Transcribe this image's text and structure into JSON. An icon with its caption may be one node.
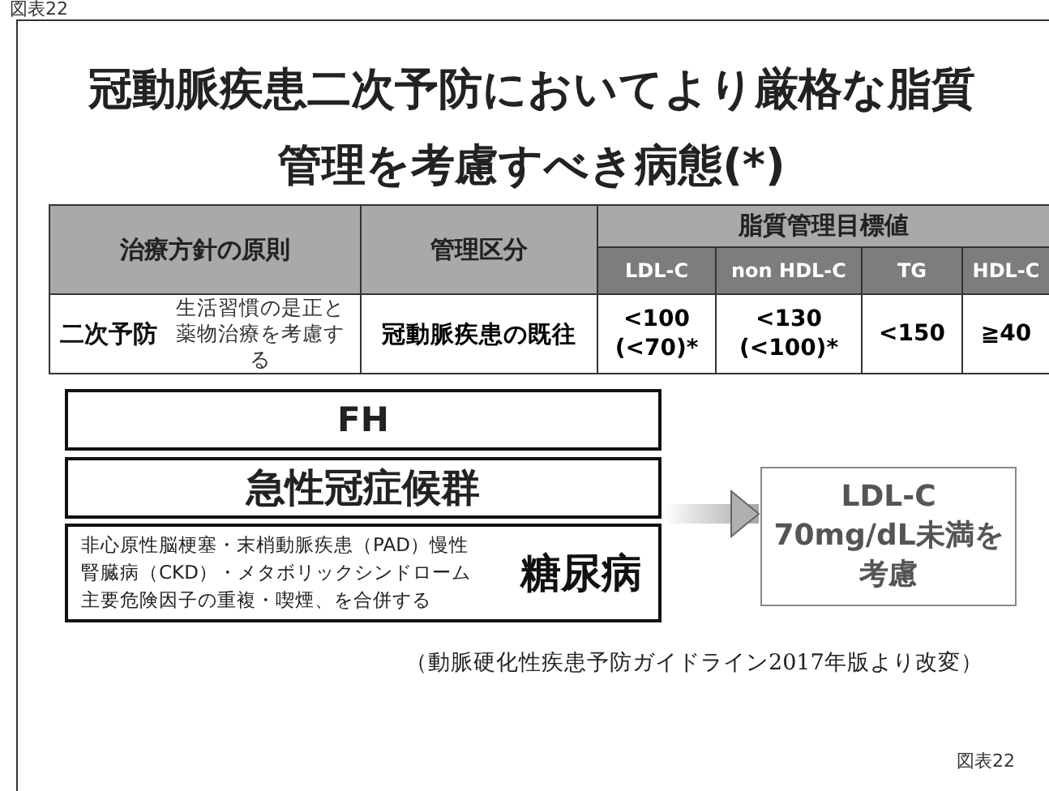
{
  "diagram": {
    "title": "冠動脈疾患二次予防においてより厳格な脂質管理を考慮すべき病態(*)",
    "caption": "（動脈硬化性疾患予防ガイドライン2017年版より改変）",
    "nodes": [
      {
        "text": [
          "FH"
        ]
      },
      {
        "text": [
          "急性冠症候群"
        ]
      },
      {
        "text": [
          "非心原性脳梗塞・末梢動脈疾患（PAD）慢性腎臓病（CKD）・メタボリックシンドローム主要危険因子の重複・喫煙、を合併する",
          "糖尿病"
        ]
      },
      {
        "text": [
          "LDL-C 70mg/dL未満を考慮"
        ]
      }
    ],
    "edges": [
      {
        "from": 1,
        "to": 3,
        "arrow": "to",
        "style": "thick"
      }
    ],
    "labels": [
      "図表22",
      "治療方針の原則",
      "管理区分",
      "脂質管理目標値",
      "LDL-C",
      "non HDL-C",
      "TG",
      "HDL-C",
      "**二次予防**生活習慣の是正と薬物治療を考慮する",
      "冠動脈疾患の既往",
      "<100 (<70)*",
      "<130 (<100)*",
      "<150",
      "≧40",
      "図表22"
    ]
  }
}
